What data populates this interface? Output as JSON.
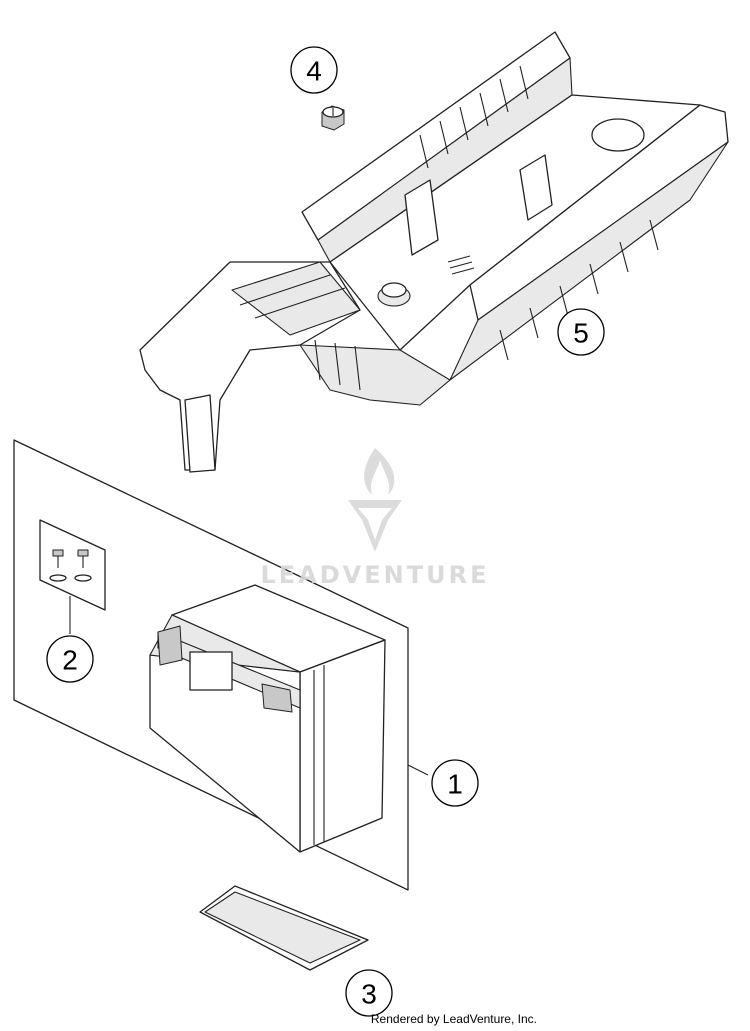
{
  "callouts": [
    {
      "id": "1",
      "label": "1"
    },
    {
      "id": "2",
      "label": "2"
    },
    {
      "id": "3",
      "label": "3"
    },
    {
      "id": "4",
      "label": "4"
    },
    {
      "id": "5",
      "label": "5"
    }
  ],
  "watermark": {
    "text": "LEADVENTURE"
  },
  "footer": {
    "text": "Rendered by LeadVenture, Inc."
  },
  "colors": {
    "line": "#222222",
    "watermark": "#d6d6d6",
    "background": "#ffffff"
  }
}
